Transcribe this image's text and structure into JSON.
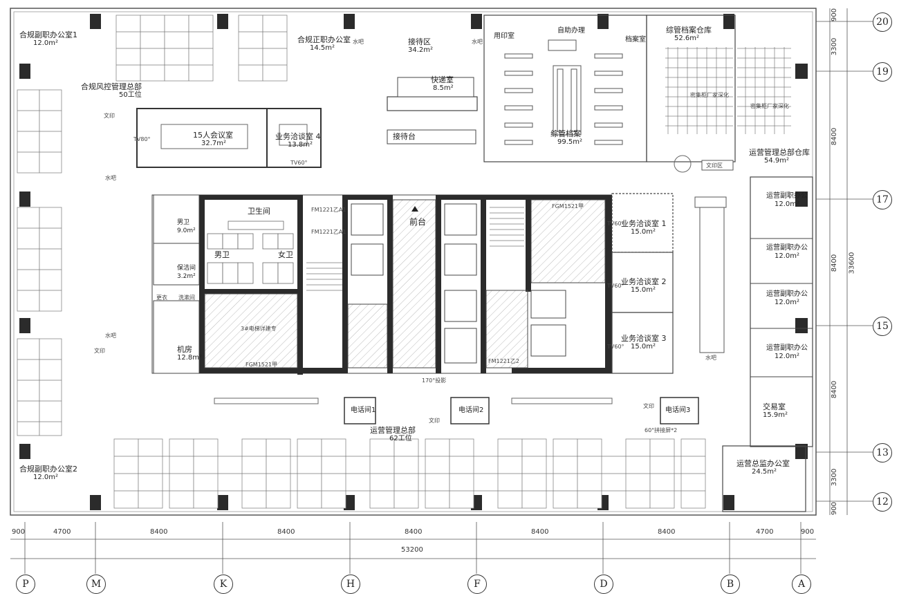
{
  "axes": {
    "columns": [
      "P",
      "M",
      "K",
      "H",
      "F",
      "D",
      "B",
      "A"
    ],
    "rows": [
      "20",
      "19",
      "17",
      "15",
      "13",
      "12"
    ]
  },
  "dimensions": {
    "bottom_spans": [
      "900",
      "4700",
      "8400",
      "8400",
      "8400",
      "8400",
      "8400",
      "4700",
      "900"
    ],
    "bottom_total": "53200",
    "right_spans": [
      "900",
      "3300",
      "8400",
      "8400",
      "8400",
      "3300",
      "900"
    ],
    "right_total": "33600"
  },
  "rooms": {
    "compliance_deputy_1": {
      "name": "合规副职办公室1",
      "area": "12.0m²"
    },
    "compliance_risk_hq": {
      "name": "合规风控管理总部",
      "seats": "50工位"
    },
    "compliance_head_office": {
      "name": "合规正职办公室",
      "area": "14.5m²"
    },
    "reception_area": {
      "name": "接待区",
      "area": "34.2m²"
    },
    "print_room": {
      "name": "用印室"
    },
    "self_service": {
      "name": "自助办理"
    },
    "archive_room": {
      "name": "档案室"
    },
    "archive_warehouse": {
      "name": "综管档案仓库",
      "area": "52.6m²"
    },
    "express_room": {
      "name": "快递室",
      "area": "8.5m²"
    },
    "meeting_15": {
      "name": "15人会议室",
      "area": "32.7m²"
    },
    "business_meeting_4": {
      "name": "业务洽谈室 4",
      "area": "13.8m²"
    },
    "reception_desk": {
      "name": "接待台"
    },
    "archives_center": {
      "name": "综管档案",
      "area": "99.5m²"
    },
    "dense_cabinet_1": {
      "name": "密集柜厂家深化"
    },
    "dense_cabinet_2": {
      "name": "密集柜厂家深化"
    },
    "ops_hq_warehouse": {
      "name": "运营管理总部仓库",
      "area": "54.9m²"
    },
    "stationery_zone": {
      "name": "文印区"
    },
    "restroom": {
      "name": "卫生间"
    },
    "mens_small": {
      "name": "男卫",
      "area": "9.0m²"
    },
    "men": {
      "name": "男卫"
    },
    "women": {
      "name": "女卫"
    },
    "cleaning": {
      "name": "保洁间",
      "area": "3.2m²"
    },
    "machine_room": {
      "name": "机房",
      "area": "12.8m²"
    },
    "front_desk": {
      "name": "前台"
    },
    "business_meeting_1": {
      "name": "业务洽谈室 1",
      "area": "15.0m²"
    },
    "business_meeting_2": {
      "name": "业务洽谈室 2",
      "area": "15.0m²"
    },
    "business_meeting_3": {
      "name": "业务洽谈室 3",
      "area": "15.0m²"
    },
    "ops_deputy_1": {
      "name": "运营副职办公",
      "area": "12.0m²"
    },
    "ops_deputy_2": {
      "name": "运营副职办公",
      "area": "12.0m²"
    },
    "ops_deputy_3": {
      "name": "运营副职办公",
      "area": "12.0m²"
    },
    "ops_deputy_4": {
      "name": "运营副职办公",
      "area": "12.0m²"
    },
    "trading_room": {
      "name": "交易室",
      "area": "15.9m²"
    },
    "phone_room_1": {
      "name": "电话间1"
    },
    "phone_room_2": {
      "name": "电话间2"
    },
    "phone_room_3": {
      "name": "电话间3"
    },
    "ops_hq": {
      "name": "运营管理总部",
      "seats": "62工位"
    },
    "ops_director": {
      "name": "运营总监办公室",
      "area": "24.5m²"
    },
    "compliance_deputy_2": {
      "name": "合规副职办公室2",
      "area": "12.0m²"
    }
  },
  "labels": {
    "water_bar": "水吧",
    "print": "文印",
    "water_bar_west": "水吧",
    "print_west": "文印",
    "water_bar_east": "水吧",
    "tv_80": "TV80°",
    "tv_60_top": "TV60°",
    "tv_60_1": "TV60°",
    "tv_60_2": "TV60°",
    "tv_60_3": "TV60°",
    "door_fm1": "FM1221乙A1",
    "door_fm2": "FM1221乙A1",
    "door_fm3": "FGM1521甲",
    "door_fm4": "FGM1521甲",
    "door_fm5": "FM1221乙2",
    "projection": "170°投影",
    "screen_note": "60°拼接屏*2",
    "elevator_1": "3#电梯详建专",
    "dressing": "更衣",
    "washing": "洗漱间",
    "stationery_south": "文印",
    "stationery_east": "文印"
  }
}
